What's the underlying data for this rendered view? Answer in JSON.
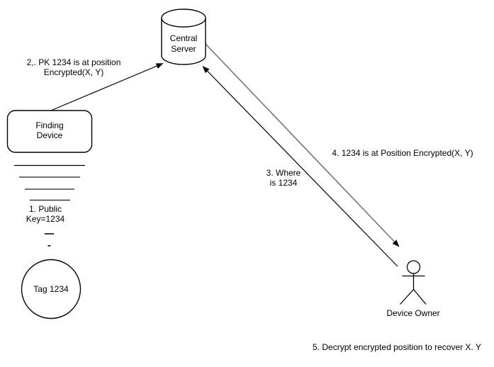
{
  "diagram": {
    "central_server": {
      "line1": "Central",
      "line2": "Server"
    },
    "finding_device": {
      "line1": "Finding",
      "line2": "Device"
    },
    "tag": {
      "label": "Tag 1234"
    },
    "device_owner": {
      "label": "Device Owner"
    },
    "step1": {
      "line1": "1. Public",
      "line2": "Key=1234"
    },
    "step2": {
      "line1": "2,. PK 1234 is at position",
      "line2": "Encrypted(X, Y)"
    },
    "step3": {
      "line1": "3. Where",
      "line2": "is 1234"
    },
    "step4": {
      "label": "4. 1234 is at Position Encrypted(X, Y)"
    },
    "step5": {
      "label": "5. Decrypt encrypted position to recover X. Y"
    }
  },
  "colors": {
    "stroke": "#000000",
    "gray_line": "#757575",
    "background": "#ffffff"
  }
}
